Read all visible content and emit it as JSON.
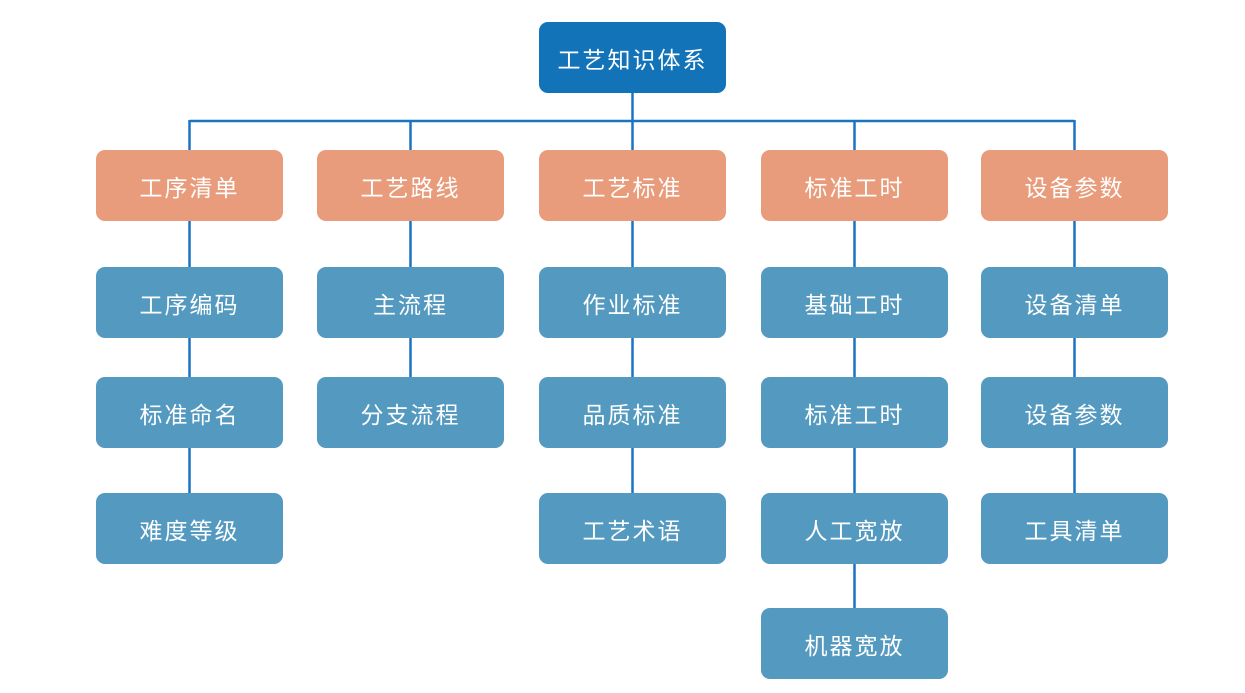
{
  "diagram": {
    "type": "tree",
    "root_label": "工艺知识体系",
    "branches": [
      {
        "label": "工序清单",
        "children": [
          "工序编码",
          "标准命名",
          "难度等级"
        ]
      },
      {
        "label": "工艺路线",
        "children": [
          "主流程",
          "分支流程"
        ]
      },
      {
        "label": "工艺标准",
        "children": [
          "作业标准",
          "品质标准",
          "工艺术语"
        ]
      },
      {
        "label": "标准工时",
        "children": [
          "基础工时",
          "标准工时",
          "人工宽放",
          "机器宽放"
        ]
      },
      {
        "label": "设备参数",
        "children": [
          "设备清单",
          "设备参数",
          "工具清单"
        ]
      }
    ],
    "colors": {
      "root_bg": "#1273b8",
      "branch_bg": "#e99c7b",
      "leaf_bg": "#5499bf",
      "connector": "#1a74c4",
      "text": "#ffffff",
      "background": "#ffffff"
    }
  }
}
